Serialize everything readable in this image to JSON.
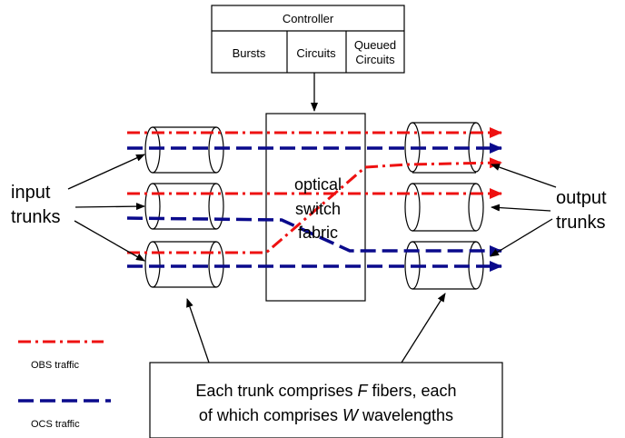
{
  "controller": {
    "title": "Controller",
    "cells": [
      "Bursts",
      "Circuits",
      "Queued",
      "Circuits"
    ]
  },
  "fabric": {
    "lines": [
      "optical",
      "switch",
      "fabric"
    ]
  },
  "labels": {
    "input_trunks": [
      "input",
      "trunks"
    ],
    "output_trunks": [
      "output",
      "trunks"
    ]
  },
  "legend": {
    "obs": "OBS traffic",
    "ocs": "OCS traffic"
  },
  "note": {
    "line1_pre": "Each trunk comprises ",
    "line1_var": "F",
    "line1_post": " fibers, each",
    "line2_pre": "of which comprises ",
    "line2_var": "W",
    "line2_post": " wavelengths"
  },
  "colors": {
    "obs": "#ee1111",
    "ocs": "#0a0a8c",
    "stroke": "#000000"
  }
}
